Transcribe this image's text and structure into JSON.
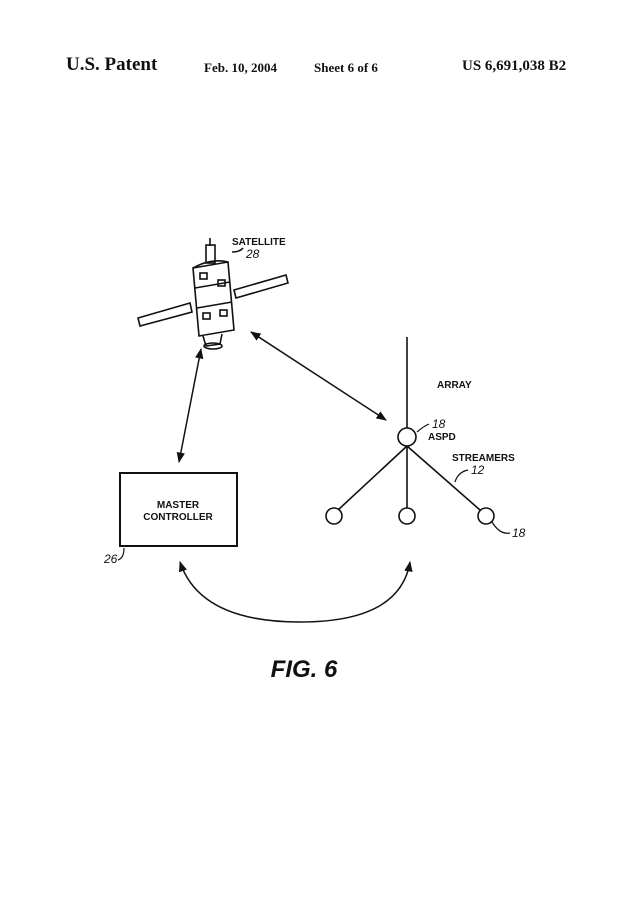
{
  "header": {
    "patent": "U.S. Patent",
    "date": "Feb. 10, 2004",
    "sheet": "Sheet 6 of 6",
    "number": "US 6,691,038 B2"
  },
  "figure": {
    "caption": "FIG. 6",
    "satellite": {
      "label": "SATELLITE",
      "ref": "28"
    },
    "array": {
      "label": "ARRAY"
    },
    "aspd": {
      "label": "ASPD",
      "ref": "18"
    },
    "streamers": {
      "label": "STREAMERS",
      "ref": "12"
    },
    "node_ref": "18",
    "controller": {
      "line1": "MASTER",
      "line2": "CONTROLLER",
      "ref": "26"
    }
  }
}
